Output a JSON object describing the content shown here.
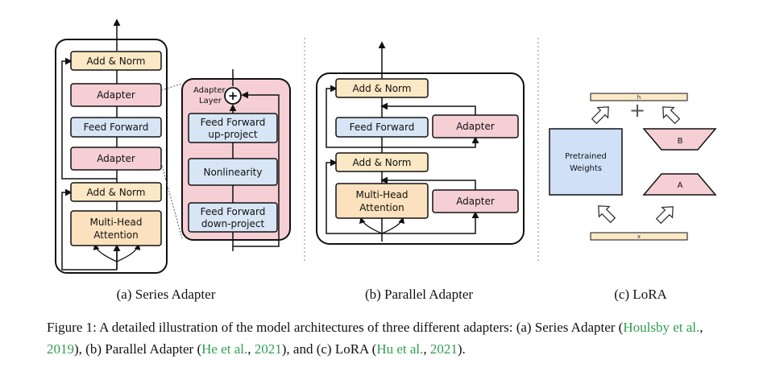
{
  "colors": {
    "norm_fill": "#fbe8c4",
    "adapter_fill": "#f5cfd4",
    "ff_fill": "#d7e5f5",
    "mha_fill": "#fbe1bd",
    "weights_fill": "#cfe0f7",
    "bar_fill": "#fbe9c8",
    "cite": "#2e9e4f"
  },
  "series": {
    "add_norm_top": "Add & Norm",
    "adapter_top": "Adapter",
    "feed_forward": "Feed Forward",
    "adapter_bottom": "Adapter",
    "add_norm_bottom": "Add & Norm",
    "mha_line1": "Multi-Head",
    "mha_line2": "Attention",
    "caption": "(a) Series Adapter"
  },
  "adapter_detail": {
    "layer_line1": "Adapter",
    "layer_line2": "Layer",
    "plus": "+",
    "up_line1": "Feed Forward",
    "up_line2": "up-project",
    "nonlinearity": "Nonlinearity",
    "down_line1": "Feed Forward",
    "down_line2": "down-project"
  },
  "parallel": {
    "add_norm_top": "Add & Norm",
    "feed_forward": "Feed Forward",
    "adapter_ff": "Adapter",
    "add_norm_bottom": "Add & Norm",
    "mha_line1": "Multi-Head",
    "mha_line2": "Attention",
    "adapter_mha": "Adapter",
    "caption": "(b) Parallel Adapter"
  },
  "lora": {
    "h_label": "h",
    "x_label": "x",
    "weights_line1": "Pretrained",
    "weights_line2": "Weights",
    "b_label": "B",
    "a_label": "A",
    "plus": "+",
    "caption": "(c) LoRA"
  },
  "figure_caption": {
    "part1": "Figure 1:  A detailed illustration of the model architectures of three different adapters: (a) Series Adapter (",
    "cite1_author": "Houlsby et al.",
    "cite1_sep": ", ",
    "cite1_year": "2019",
    "part2": "), (b) Parallel Adapter (",
    "cite2_author": "He et al.",
    "cite2_sep": ", ",
    "cite2_year": "2021",
    "part3": "), and (c) LoRA (",
    "cite3_author": "Hu et al.",
    "cite3_sep": ", ",
    "cite3_year": "2021",
    "part4": ")."
  }
}
